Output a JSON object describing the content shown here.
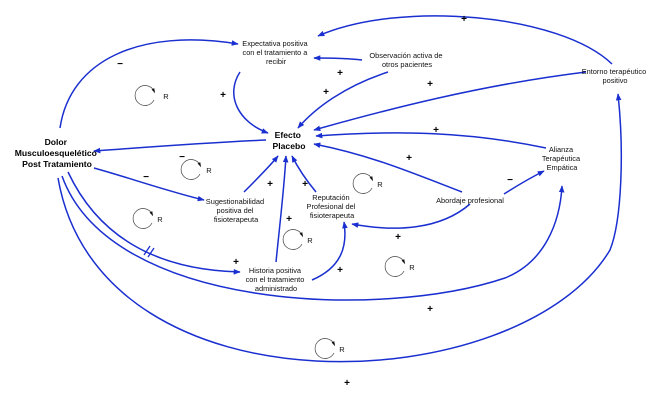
{
  "colors": {
    "link": "#1a2fd0",
    "text": "#111111",
    "background": "#ffffff"
  },
  "nodes": {
    "expectativa": [
      "Expectativa positiva",
      "con el tratamiento a",
      "recibir"
    ],
    "observacion": [
      "Observación activa de",
      "otros pacientes"
    ],
    "entorno": [
      "Entorno terapéutico",
      "positivo"
    ],
    "dolor": [
      "Dolor",
      "Musculoesquelético",
      "Post Tratamiento"
    ],
    "efecto": [
      "Efecto",
      "Placebo"
    ],
    "sugestionabilidad": [
      "Sugestionabilidad",
      "positiva del",
      "fisioterapeuta"
    ],
    "reputacion": [
      "Reputación",
      "Profesional del",
      "fisioterapeuta"
    ],
    "alianza": [
      "Alianza",
      "Terapéutica",
      "Empática"
    ],
    "abordaje": [
      "Abordaje profesional"
    ],
    "historia": [
      "Historia positiva",
      "con el tratamiento",
      "administrado"
    ]
  },
  "signs": {
    "plus": "+",
    "minus": "−"
  },
  "loop_label": "R"
}
